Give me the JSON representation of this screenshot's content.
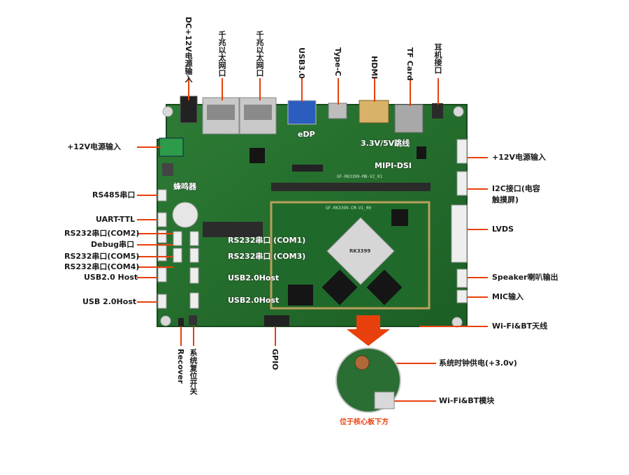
{
  "top_labels": [
    "DC+12V电源输入",
    "千兆以太网口",
    "千兆以太网口",
    "USB3.0",
    "Type-C",
    "HDMI",
    "TF Card",
    "耳机接口"
  ],
  "left_labels": [
    "+12V电源输入",
    "RS485串口",
    "UART-TTL",
    "RS232串口(COM2)",
    "Debug串口",
    "RS232串口(COM5)",
    "RS232串口(COM4)",
    "USB2.0 Host",
    "USB 2.0Host"
  ],
  "right_labels": [
    "+12V电源输入",
    "I2C接口(电容",
    "触摸屏)",
    "LVDS",
    "Speaker喇叭输出",
    "MIC输入",
    "Wi-Fi&BT天线"
  ],
  "bottom_labels": [
    "Recover",
    "系统复位开关",
    "GPIO"
  ],
  "board_labels": [
    "eDP",
    "3.3V/5V跳线",
    "MIPI-DSI",
    "蜂鸣器",
    "RS232串口 (COM1)",
    "RS232串口 (COM3)",
    "USB2.0Host",
    "USB2.0Host"
  ],
  "silkscreen": [
    "GF-RK3399-MB-V2_01",
    "GF-RK3399-CM-V1_00",
    "RK3399"
  ],
  "inset_labels": [
    "系统时钟供电(+3.0v)",
    "Wi-Fi&BT模块"
  ],
  "inset_caption": "位于核心板下方",
  "colors": {
    "accent": "#e8400c",
    "board": "#1f6b2a",
    "label": "#1a1a1a"
  }
}
